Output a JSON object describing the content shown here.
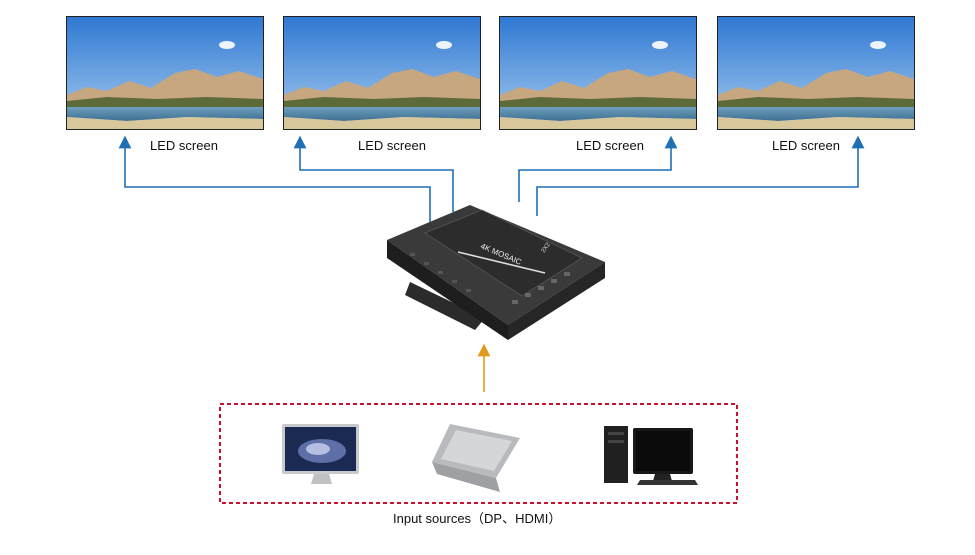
{
  "screens": [
    {
      "label": "LED screen"
    },
    {
      "label": "LED screen"
    },
    {
      "label": "LED screen"
    },
    {
      "label": "LED screen"
    }
  ],
  "device": {
    "brand_text": "4K MOSAIC",
    "sub_text": "2X2"
  },
  "inputs": {
    "label": "Input sources（DP、HDMI）",
    "devices": [
      "imac",
      "laptop",
      "desktop-pc"
    ]
  },
  "colors": {
    "output_arrow": "#1f6fb5",
    "input_arrow": "#e39a1c",
    "input_frame": "#c8102e"
  }
}
